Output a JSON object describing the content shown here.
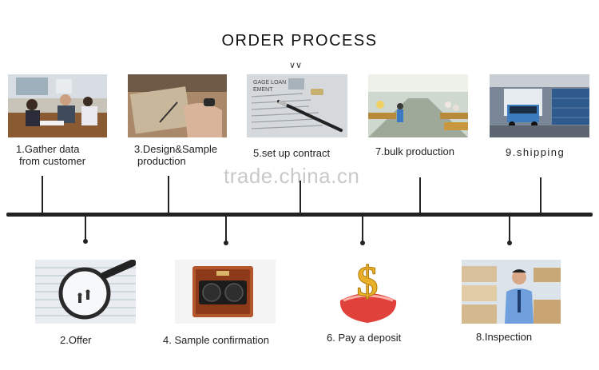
{
  "title": "ORDER PROCESS",
  "chevron": "∨∨",
  "watermark": "trade.china.cn",
  "steps": [
    {
      "label_line1": "1.Gather data",
      "label_line2": "from customer"
    },
    {
      "label_line1": "2.Offer"
    },
    {
      "label_line1": "3.Design&Sample",
      "label_line2": "production"
    },
    {
      "label_line1": "4. Sample confirmation"
    },
    {
      "label_line1": "5.set up contract",
      "doc_text_1": "GAGE LOAN",
      "doc_text_2": "EMENT"
    },
    {
      "label_line1": "6. Pay a deposit",
      "symbol": "$"
    },
    {
      "label_line1": "7.bulk production"
    },
    {
      "label_line1": "8.Inspection"
    },
    {
      "label_line1": "9.shipping"
    }
  ],
  "icons": [
    "meeting-photo",
    "magnifier-photo",
    "design-photo",
    "watch-winder-photo",
    "contract-pen-photo",
    "dollar-wallet-photo",
    "factory-line-photo",
    "inspector-photo",
    "truck-warehouse-photo"
  ]
}
